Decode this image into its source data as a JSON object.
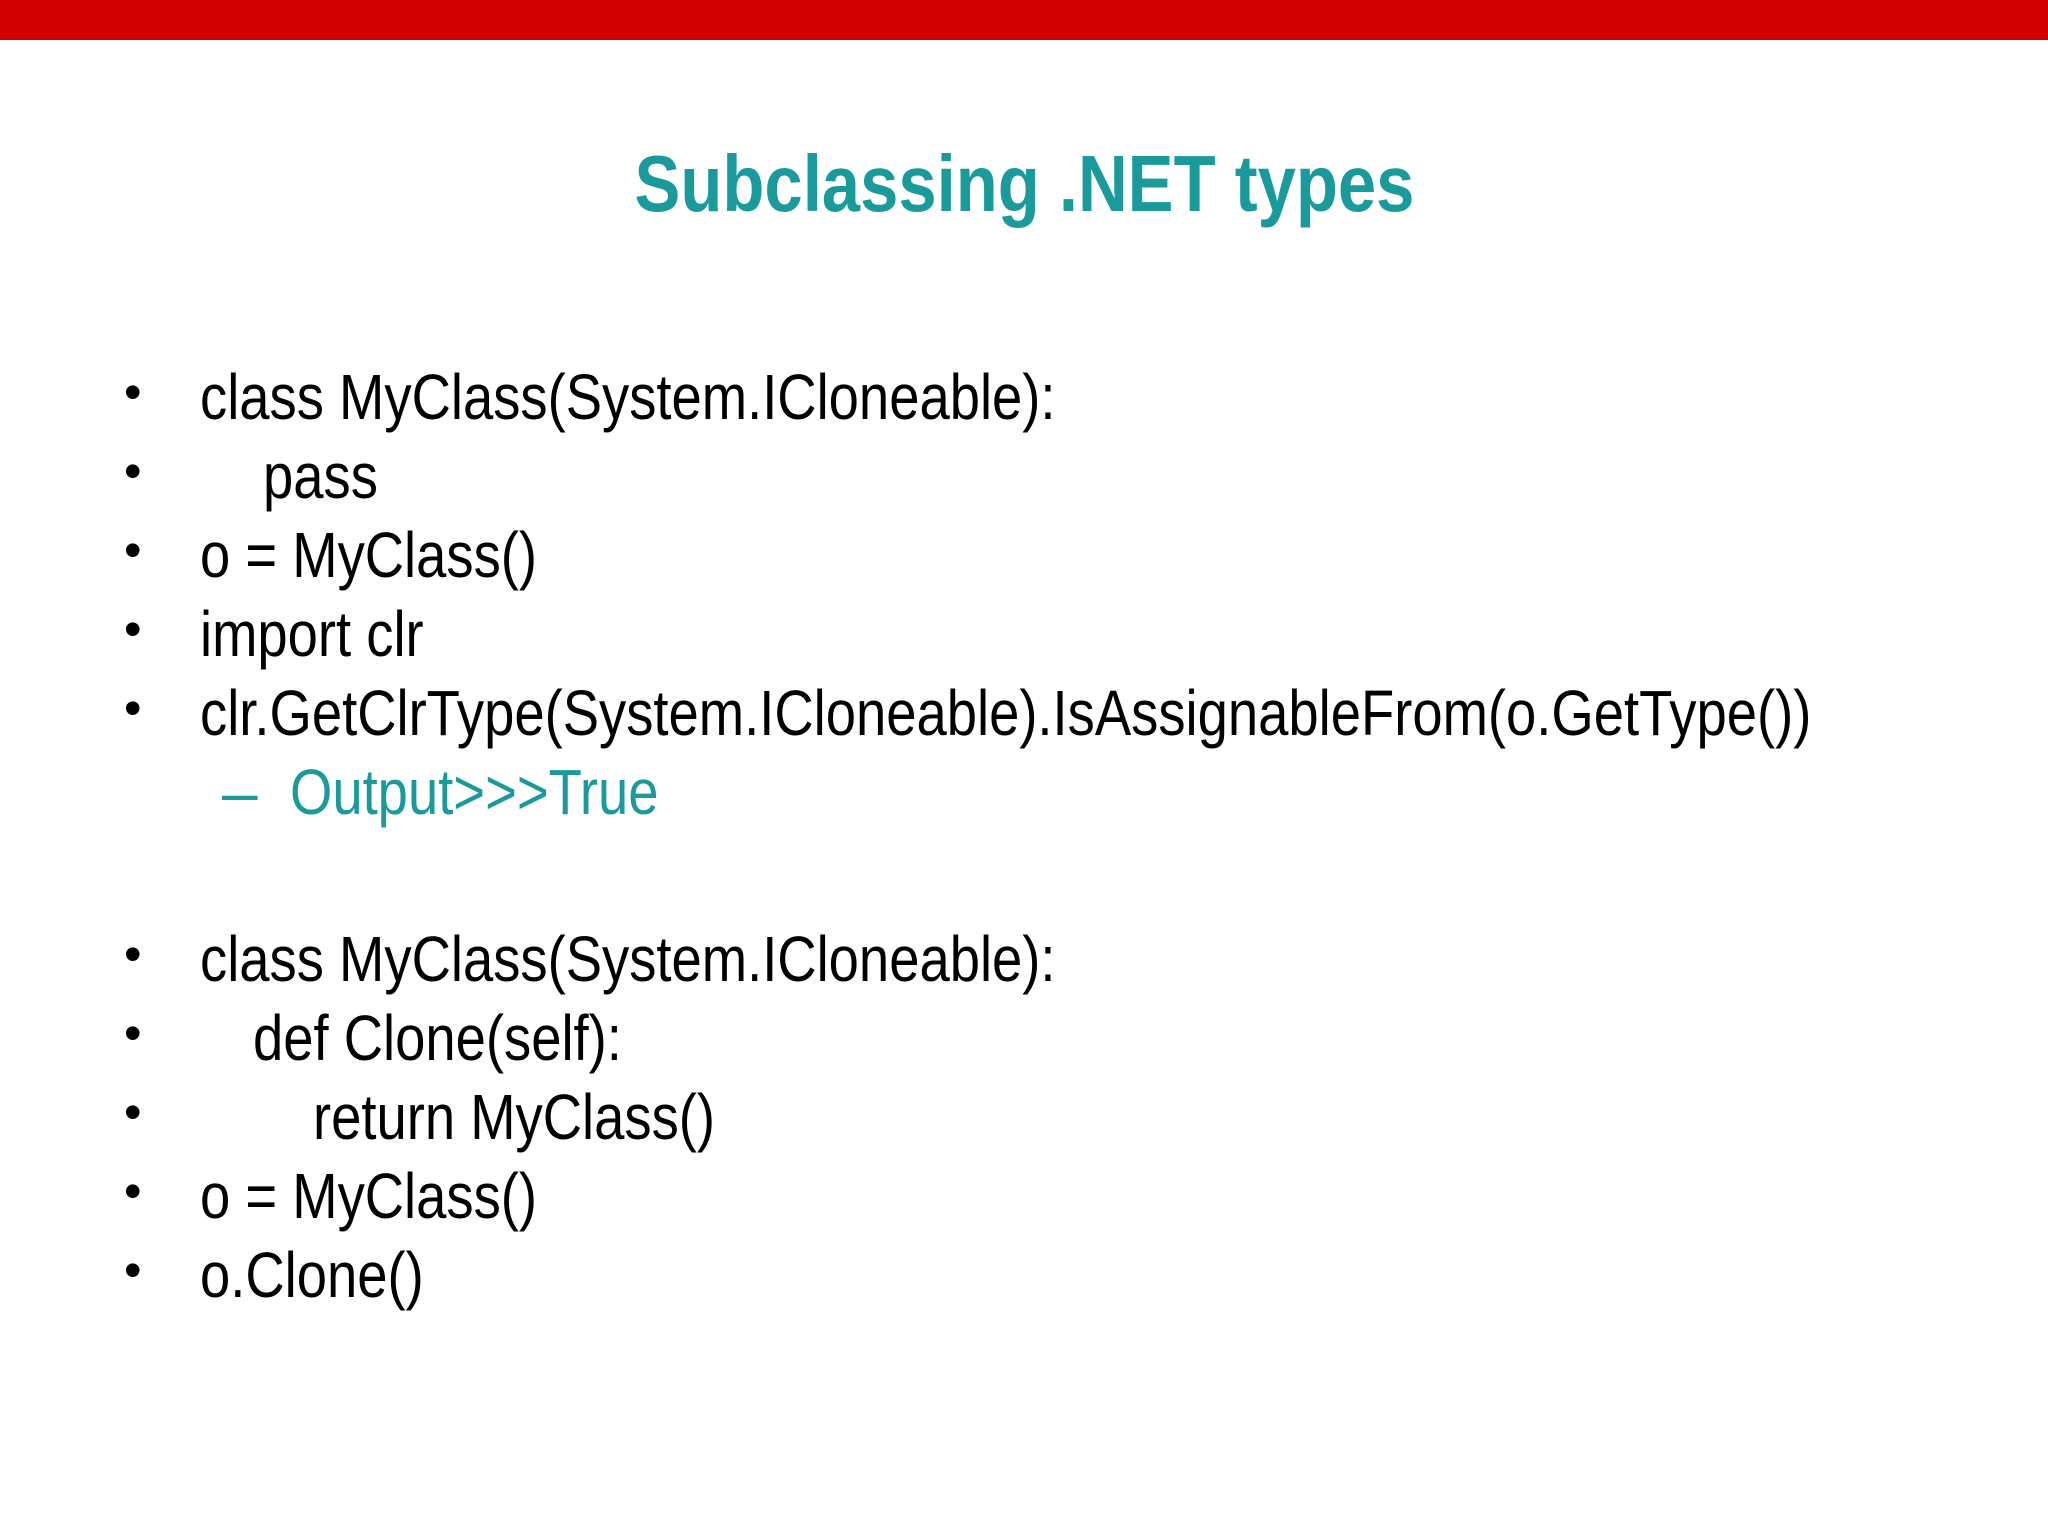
{
  "slide": {
    "top_bar": {
      "color": "#d40000"
    },
    "title": {
      "text": "Subclassing .NET types",
      "color": "#1b9a9c"
    },
    "bullet_char": "•",
    "block1": [
      {
        "text": "class MyClass(System.ICloneable):"
      },
      {
        "text": "pass"
      },
      {
        "text": "o = MyClass()"
      },
      {
        "text": "import clr"
      },
      {
        "text": "clr.GetClrType(System.ICloneable).IsAssignableFrom(o.GetType())"
      }
    ],
    "output_note": {
      "dash": "–",
      "text": "Output>>>True",
      "color": "#1b9a9c"
    },
    "block2": [
      {
        "text": "class MyClass(System.ICloneable):"
      },
      {
        "text": "def Clone(self):"
      },
      {
        "text": "return MyClass()"
      },
      {
        "text": "o = MyClass()"
      },
      {
        "text": "o.Clone()"
      }
    ]
  }
}
